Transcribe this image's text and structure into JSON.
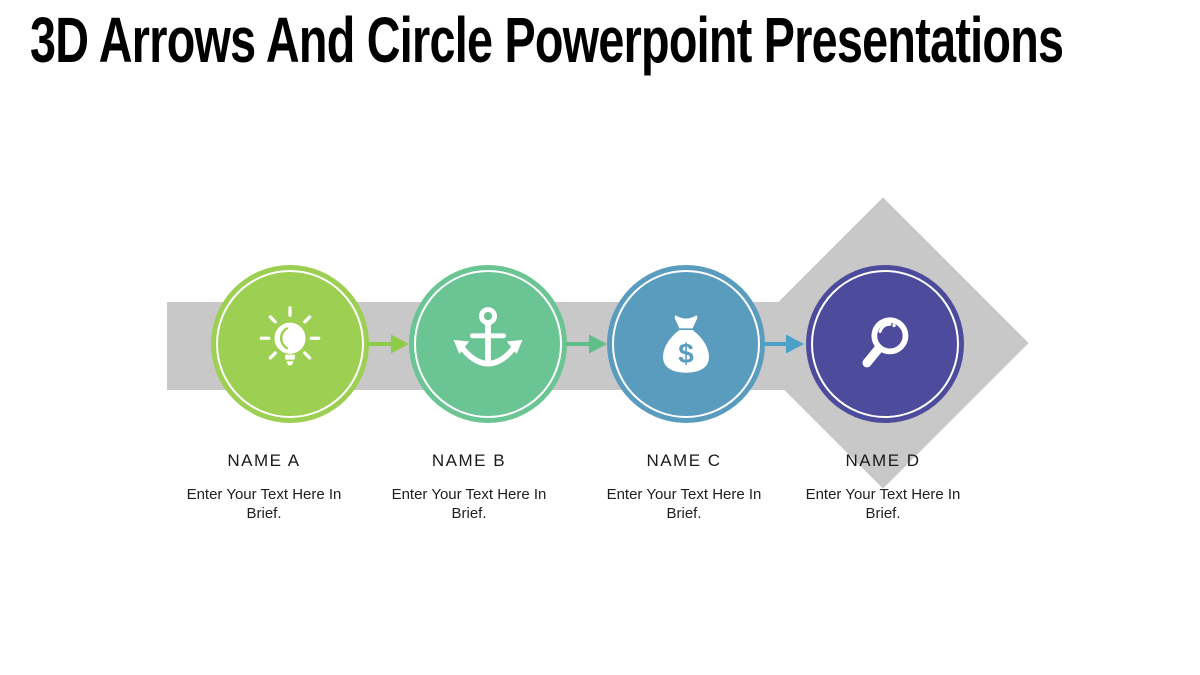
{
  "title": "3D Arrows And Circle Powerpoint Presentations",
  "colors": {
    "background": "#ffffff",
    "title_text": "#000000",
    "arrow_body_gray": "#c8c8c8",
    "step_name_text": "#1a1a1a",
    "step_desc_text": "#1f1f1f",
    "icon_white": "#ffffff"
  },
  "steps": [
    {
      "name": "NAME A",
      "description": "Enter Your Text Here In Brief.",
      "icon": "lightbulb-icon",
      "circle_color": "#9ccf52",
      "connector_color": "#8ccc47"
    },
    {
      "name": "NAME B",
      "description": "Enter Your Text Here In Brief.",
      "icon": "anchor-icon",
      "circle_color": "#6ac493",
      "connector_color": "#5ebf8a"
    },
    {
      "name": "NAME C",
      "description": "Enter Your Text Here In Brief.",
      "icon": "money-bag-icon",
      "circle_color": "#5a9cbe",
      "connector_color": "#4aa2c6"
    },
    {
      "name": "NAME D",
      "description": "Enter Your Text Here In Brief.",
      "icon": "magnifier-icon",
      "circle_color": "#4c4b9c",
      "connector_color": null
    }
  ]
}
